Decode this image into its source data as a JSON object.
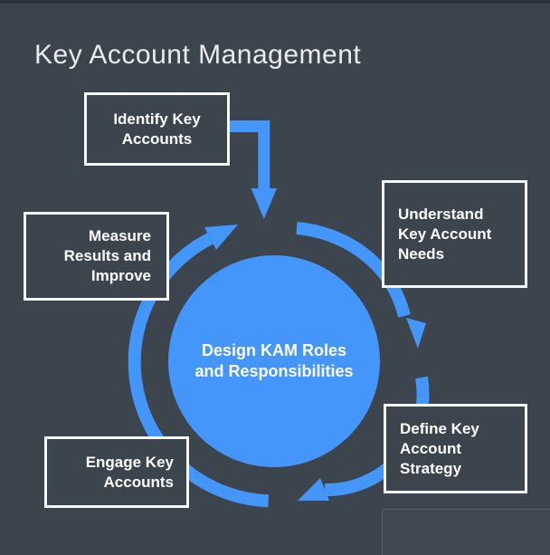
{
  "title": "Key Account Management",
  "colors": {
    "background": "#3c444e",
    "top_bar": "#2b323a",
    "accent_blue": "#4496fb",
    "box_border": "#f7f8f9",
    "box_text": "#ffffff",
    "title_text": "#e9ebee"
  },
  "center_node": {
    "label": "Design KAM Roles and Responsibilities",
    "lines": [
      "Design KAM Roles",
      "and Responsibilities"
    ]
  },
  "nodes": [
    {
      "label": "Identify Key Accounts",
      "lines": [
        "Identify Key",
        "Accounts"
      ]
    },
    {
      "label": "Understand Key Account Needs",
      "lines": [
        "Understand",
        "Key Account",
        "Needs"
      ]
    },
    {
      "label": "Define Key Account Strategy",
      "lines": [
        "Define Key",
        "Account",
        "Strategy"
      ]
    },
    {
      "label": "Engage Key Accounts",
      "lines": [
        "Engage Key",
        "Accounts"
      ]
    },
    {
      "label": "Measure Results and Improve",
      "lines": [
        "Measure",
        "Results and",
        "Improve"
      ]
    }
  ]
}
